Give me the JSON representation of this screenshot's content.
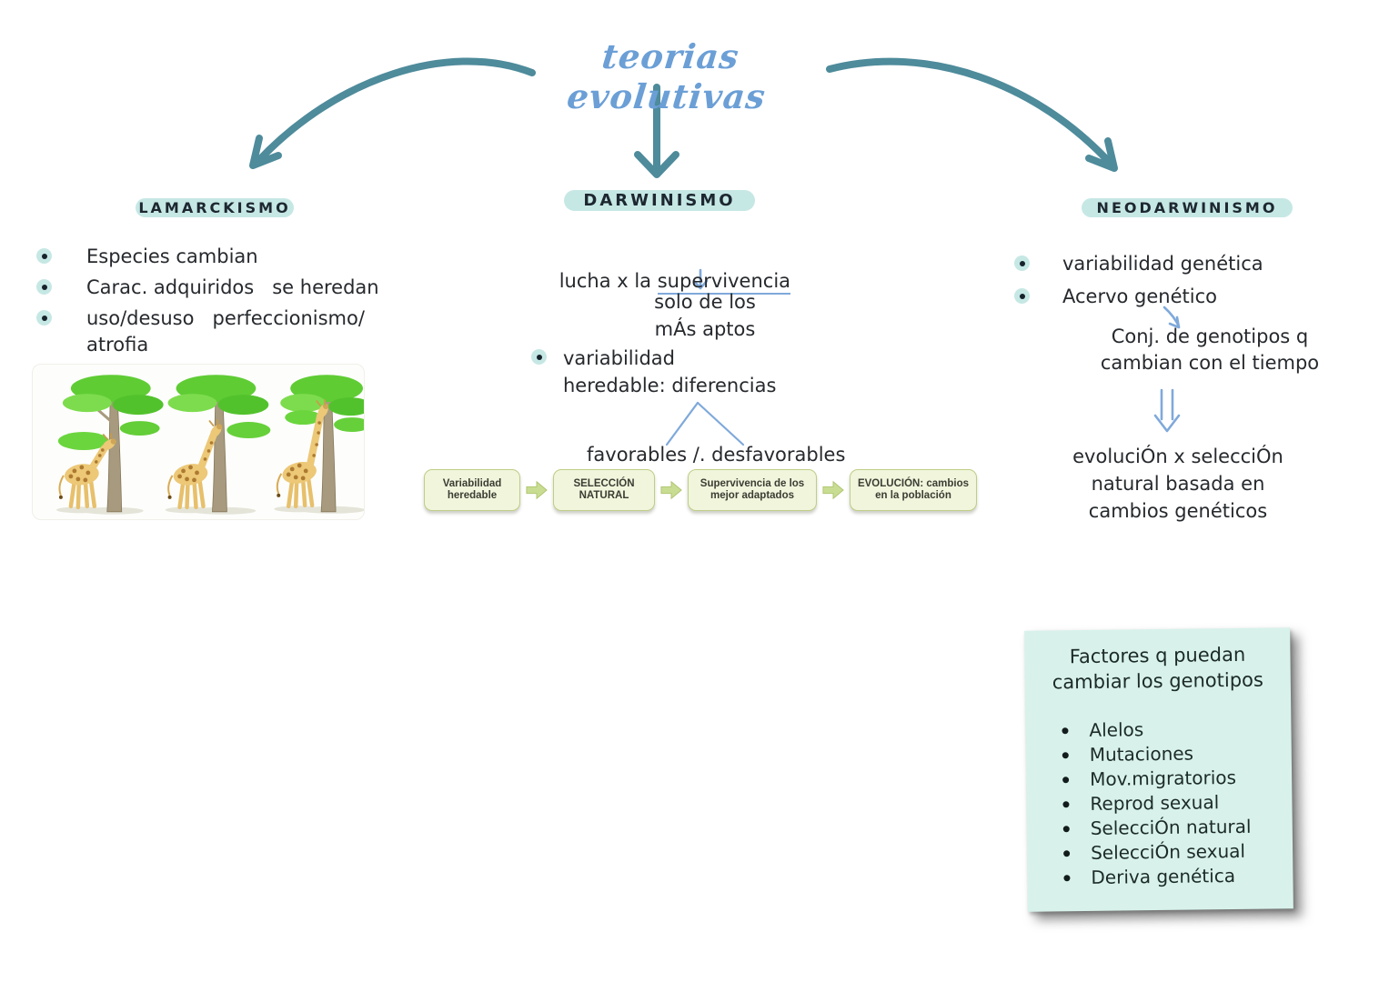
{
  "title": {
    "text": "teorias evolutivas",
    "color": "#6b9fd6"
  },
  "colors": {
    "arrow_teal": "#4e8b9b",
    "pill_bg": "#c6e8e5",
    "accent_light_blue": "#7fa9da",
    "flow_box_bg": "#f1f5dc",
    "flow_box_border": "#bece86",
    "flow_arrow_green": "#c9dd92",
    "note_bg": "#d8f2eb"
  },
  "branches": {
    "lamarckismo": {
      "label": "LAMARCKISMO",
      "bullets": [
        "Especies cambian",
        "Carac. adquiridos   se heredan",
        "uso/desuso   perfeccionismo/\natrofia"
      ]
    },
    "darwinismo": {
      "label": "DARWINISMO",
      "line1_prefix": "lucha x la ",
      "line1_underlined": "supervivencia",
      "line2": "solo de los",
      "line3": "mÁs aptos",
      "bullet1": "variabilidad\nheredable: diferencias",
      "branch_label": "favorables /. desfavorables",
      "flowchart": [
        "Variabilidad heredable",
        "SELECCIÓN NATURAL",
        "Supervivencia de los mejor adaptados",
        "EVOLUCIÓN: cambios en la población"
      ]
    },
    "neodarwinismo": {
      "label": "NEODARWINISMO",
      "bullets": [
        "variabilidad genética",
        "Acervo genético"
      ],
      "acervo_note": "Conj. de genotipos q\ncambian con el tiempo",
      "conclusion": "evoluciÓn x selecciÓn\nnatural basada en\ncambios genéticos"
    }
  },
  "sticky_note": {
    "title": "Factores q puedan\ncambiar los genotipos",
    "items": [
      "Alelos",
      "Mutaciones",
      "Mov.migratorios",
      "Reprod sexual",
      "SelecciÓn natural",
      "SelecciÓn sexual",
      "Deriva genética"
    ]
  }
}
